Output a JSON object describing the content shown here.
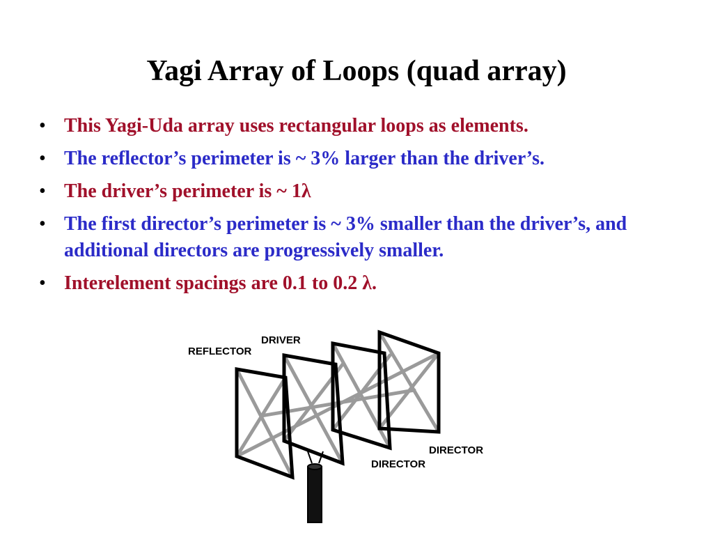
{
  "title": "Yagi Array of Loops (quad array)",
  "colors": {
    "red": "#a0102a",
    "blue": "#2b2bc8",
    "frame": "#000000",
    "crossbar": "#9a9a9a"
  },
  "bullets": [
    {
      "text": "This Yagi-Uda array uses rectangular loops as elements.",
      "color": "red"
    },
    {
      "text": "The reflector’s perimeter is ~ 3% larger than the driver’s.",
      "color": "blue"
    },
    {
      "text": "The driver’s perimeter is ~ 1λ",
      "color": "red"
    },
    {
      "text": "The first director’s perimeter is ~ 3% smaller than the driver’s, and additional directors are progressively smaller.",
      "color": "blue"
    },
    {
      "text": "Interelement spacings are 0.1 to 0.2 λ.",
      "color": "red"
    }
  ],
  "bullet_symbol": "•",
  "diagram": {
    "labels": {
      "reflector": "REFLECTOR",
      "driver": "DRIVER",
      "director_front": "DIRECTOR",
      "director_back": "DIRECTOR"
    }
  }
}
